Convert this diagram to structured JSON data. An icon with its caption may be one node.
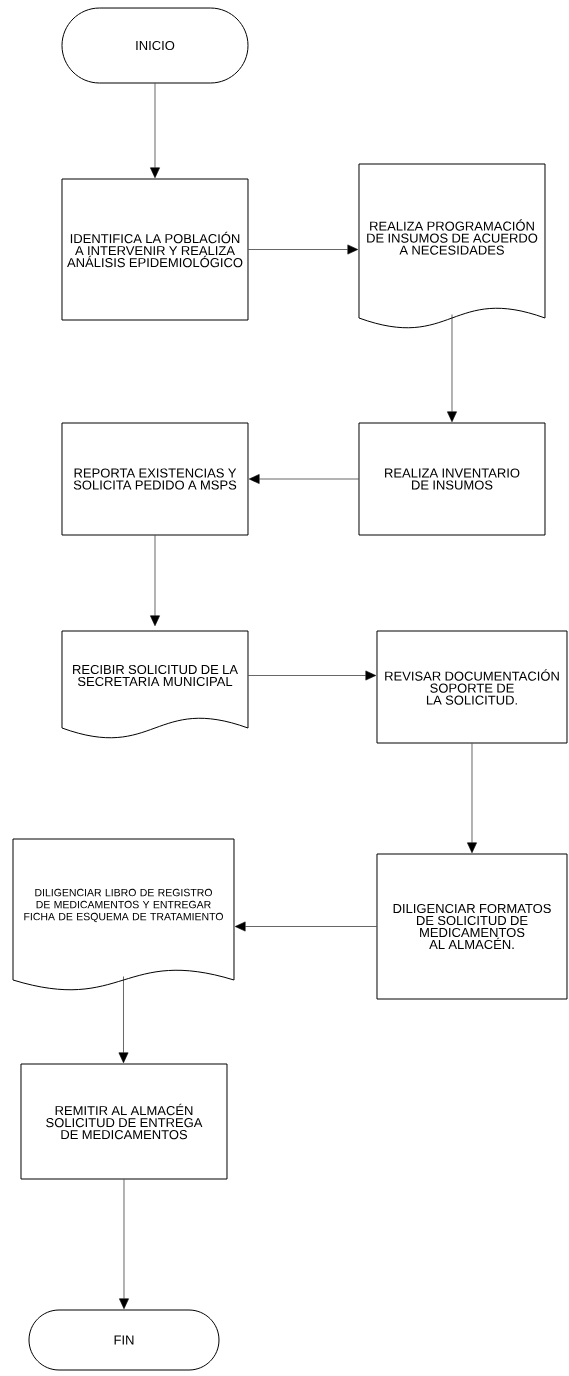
{
  "diagram": {
    "nodes": [
      {
        "text": [
          "INICIO"
        ]
      },
      {
        "text": [
          "IDENTIFICA LA POBLACIÓN A INTERVENIR Y REALIZA ANÁLISIS EPIDEMIOLÓGICO"
        ]
      },
      {
        "text": [
          "REALIZA PROGRAMACIÓN DE INSUMOS DE ACUERDO A NECESIDADES"
        ]
      },
      {
        "text": [
          "REALIZA INVENTARIO DE INSUMOS"
        ]
      },
      {
        "text": [
          "REPORTA EXISTENCIAS Y SOLICITA PEDIDO A MSPS"
        ]
      },
      {
        "text": [
          "RECIBIR SOLICITUD DE LA SECRETARIA MUNICIPAL"
        ]
      },
      {
        "text": [
          "REVISAR DOCUMENTACIÓN SOPORTE DE LA SOLICITUD."
        ]
      },
      {
        "text": [
          "DILIGENCIAR FORMATOS DE SOLICITUD DE MEDICAMENTOS AL ALMACÉN."
        ]
      },
      {
        "text": [
          "DILIGENCIAR LIBRO DE REGISTRO DE MEDICAMENTOS Y ENTREGAR FICHA DE ESQUEMA DE TRATAMIENTO"
        ]
      },
      {
        "text": [
          "REMITIR AL ALMACÉN SOLICITUD DE ENTREGA DE MEDICAMENTOS"
        ]
      },
      {
        "text": [
          "FIN"
        ]
      }
    ],
    "edges": [
      {
        "from": 0,
        "to": 1,
        "arrow": "to"
      },
      {
        "from": 1,
        "to": 2,
        "arrow": "to"
      },
      {
        "from": 2,
        "to": 3,
        "arrow": "to"
      },
      {
        "from": 3,
        "to": 4,
        "arrow": "to"
      },
      {
        "from": 4,
        "to": 5,
        "arrow": "to"
      },
      {
        "from": 5,
        "to": 6,
        "arrow": "to"
      },
      {
        "from": 6,
        "to": 7,
        "arrow": "to"
      },
      {
        "from": 7,
        "to": 8,
        "arrow": "to"
      },
      {
        "from": 8,
        "to": 9,
        "arrow": "to"
      },
      {
        "from": 9,
        "to": 10,
        "arrow": "to"
      }
    ]
  }
}
